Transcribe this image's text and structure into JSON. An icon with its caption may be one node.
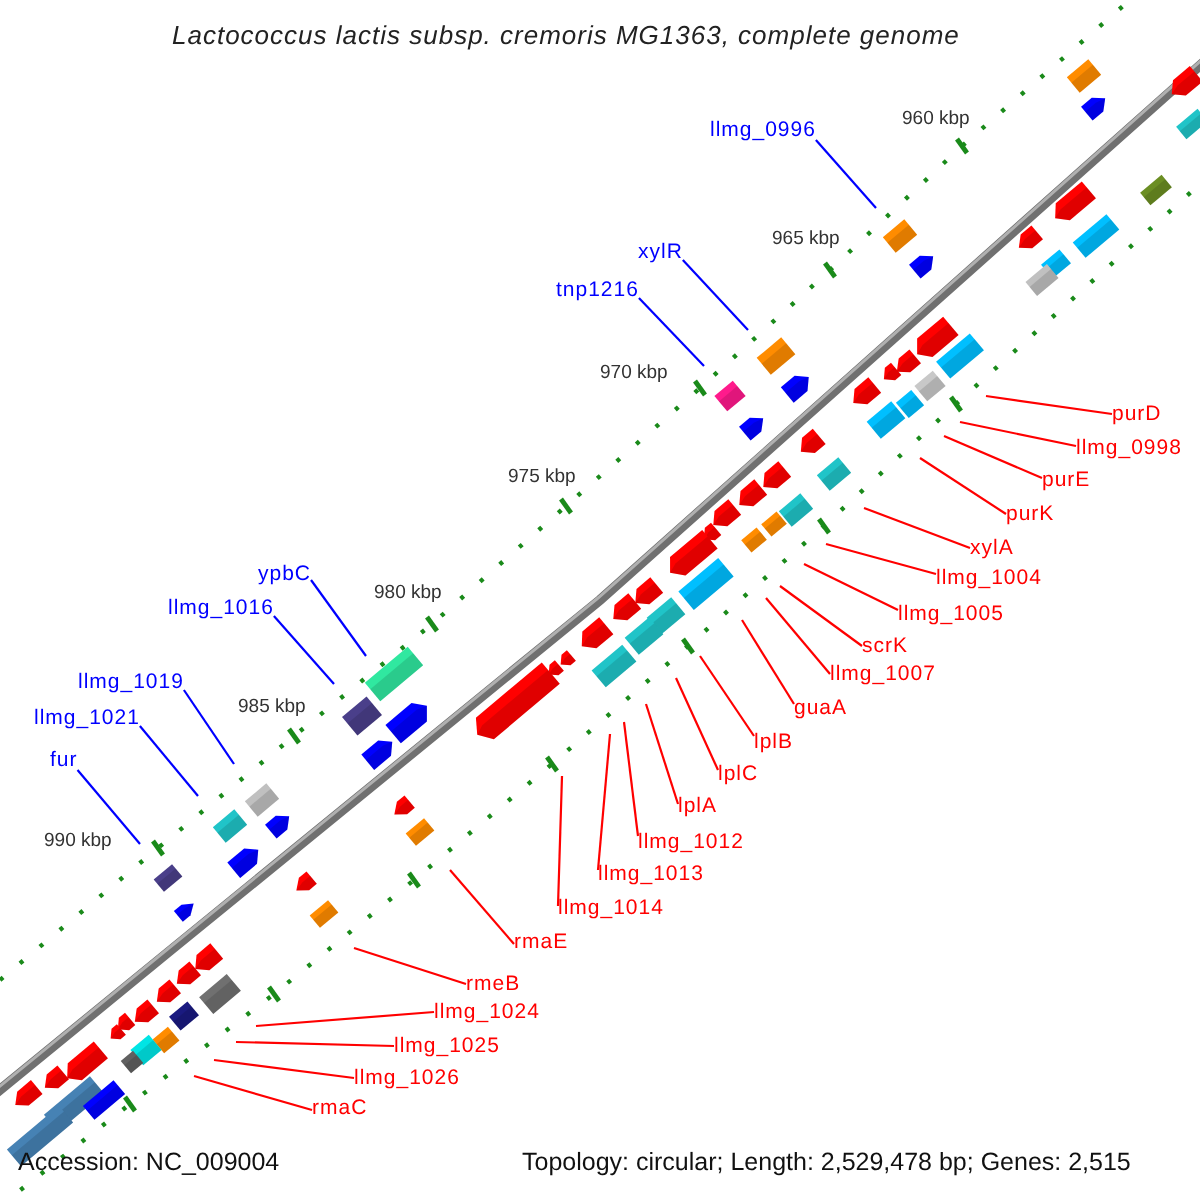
{
  "diagram": {
    "title": "Lactococcus lactis subsp. cremoris MG1363, complete genome",
    "nodes": [
      {
        "text": [
          "llmg_0996"
        ]
      },
      {
        "text": [
          "xylR"
        ]
      },
      {
        "text": [
          "tnp1216"
        ]
      },
      {
        "text": [
          "purD"
        ]
      },
      {
        "text": [
          "llmg_0998"
        ]
      },
      {
        "text": [
          "purE"
        ]
      },
      {
        "text": [
          "purK"
        ]
      },
      {
        "text": [
          "xylA"
        ]
      },
      {
        "text": [
          "ypbC"
        ]
      },
      {
        "text": [
          "llmg_1004"
        ]
      },
      {
        "text": [
          "llmg_1016"
        ]
      },
      {
        "text": [
          "llmg_1005"
        ]
      },
      {
        "text": [
          "scrK"
        ]
      },
      {
        "text": [
          "llmg_1007"
        ]
      },
      {
        "text": [
          "llmg_1019"
        ]
      },
      {
        "text": [
          "guaA"
        ]
      },
      {
        "text": [
          "llmg_1021"
        ]
      },
      {
        "text": [
          "lplB"
        ]
      },
      {
        "text": [
          "fur"
        ]
      },
      {
        "text": [
          "lplC"
        ]
      },
      {
        "text": [
          "lplA"
        ]
      },
      {
        "text": [
          "llmg_1012"
        ]
      },
      {
        "text": [
          "llmg_1013"
        ]
      },
      {
        "text": [
          "llmg_1014"
        ]
      },
      {
        "text": [
          "rmaE"
        ]
      },
      {
        "text": [
          "rmeB"
        ]
      },
      {
        "text": [
          "llmg_1024"
        ]
      },
      {
        "text": [
          "llmg_1025"
        ]
      },
      {
        "text": [
          "llmg_1026"
        ]
      },
      {
        "text": [
          "rmaC"
        ]
      }
    ],
    "edges": [
      {
        "from": 0,
        "to": null,
        "arrow": "none",
        "color": "#0000ff"
      },
      {
        "from": 1,
        "to": null,
        "arrow": "none",
        "color": "#0000ff"
      },
      {
        "from": 2,
        "to": null,
        "arrow": "none",
        "color": "#0000ff"
      },
      {
        "from": 3,
        "to": null,
        "arrow": "none"
      },
      {
        "from": 4,
        "to": null,
        "arrow": "none"
      },
      {
        "from": 5,
        "to": null,
        "arrow": "none"
      },
      {
        "from": 6,
        "to": null,
        "arrow": "none"
      },
      {
        "from": 7,
        "to": null,
        "arrow": "none"
      },
      {
        "from": 8,
        "to": null,
        "arrow": "none",
        "color": "#0000ff"
      },
      {
        "from": 9,
        "to": null,
        "arrow": "none"
      },
      {
        "from": 10,
        "to": null,
        "arrow": "none",
        "color": "#0000ff"
      },
      {
        "from": 11,
        "to": null,
        "arrow": "none"
      },
      {
        "from": 12,
        "to": null,
        "arrow": "none"
      },
      {
        "from": 13,
        "to": null,
        "arrow": "none"
      },
      {
        "from": 14,
        "to": null,
        "arrow": "none",
        "color": "#0000ff"
      },
      {
        "from": 15,
        "to": null,
        "arrow": "none"
      },
      {
        "from": 16,
        "to": null,
        "arrow": "none",
        "color": "#0000ff"
      },
      {
        "from": 17,
        "to": null,
        "arrow": "none"
      },
      {
        "from": 18,
        "to": null,
        "arrow": "none",
        "color": "#0000ff"
      },
      {
        "from": 19,
        "to": null,
        "arrow": "none"
      },
      {
        "from": 20,
        "to": null,
        "arrow": "none"
      },
      {
        "from": 21,
        "to": null,
        "arrow": "none"
      },
      {
        "from": 22,
        "to": null,
        "arrow": "none"
      },
      {
        "from": 23,
        "to": null,
        "arrow": "none"
      },
      {
        "from": 24,
        "to": null,
        "arrow": "none"
      },
      {
        "from": 25,
        "to": null,
        "arrow": "none"
      },
      {
        "from": 26,
        "to": null,
        "arrow": "none"
      },
      {
        "from": 27,
        "to": null,
        "arrow": "none"
      },
      {
        "from": 28,
        "to": null,
        "arrow": "none"
      },
      {
        "from": 29,
        "to": null,
        "arrow": "none"
      }
    ],
    "labels": [
      "960 kbp",
      "965 kbp",
      "970 kbp",
      "975 kbp",
      "980 kbp",
      "985 kbp",
      "990 kbp",
      "Accession: NC_009004",
      "Topology: circular; Length: 2,529,478 bp; Genes: 2,515"
    ]
  }
}
